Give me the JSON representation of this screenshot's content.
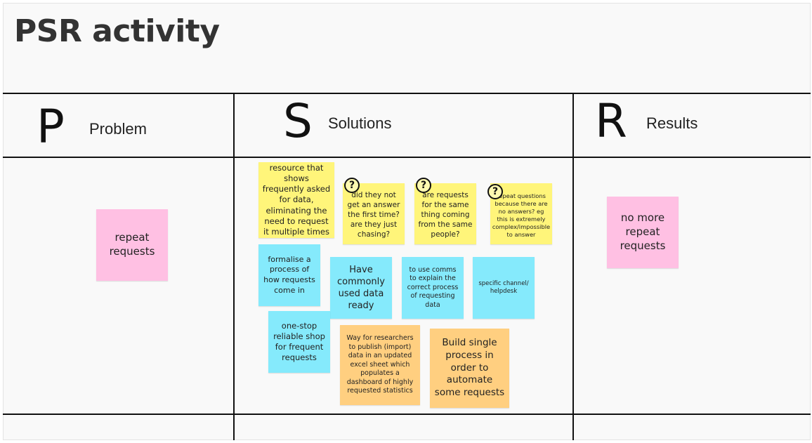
{
  "board": {
    "title": "PSR activity"
  },
  "columns": [
    {
      "letter": "P",
      "name": "Problem"
    },
    {
      "letter": "S",
      "name": "Solutions"
    },
    {
      "letter": "R",
      "name": "Results"
    }
  ],
  "problem_notes": [
    {
      "text": "repeat requests",
      "color": "#ffc0e3"
    }
  ],
  "solution_notes": [
    {
      "text": "resource that shows frequently asked for data, eliminating the need to request it multiple times",
      "color": "#fff57a"
    },
    {
      "text": "did they not get an answer the first time? are they just chasing?",
      "color": "#fff57a",
      "icon": "question-mark-icon"
    },
    {
      "text": "are requests for the same thing coming from the same people?",
      "color": "#fff57a",
      "icon": "question-mark-icon"
    },
    {
      "text": "repeat questions because there are no answers? eg this is extremely complex/impossible to answer",
      "color": "#fff57a",
      "icon": "question-mark-icon"
    },
    {
      "text": "formalise a process of how requests come in",
      "color": "#85eafc"
    },
    {
      "text": "Have commonly used data ready",
      "color": "#85eafc"
    },
    {
      "text": "to use comms to explain the correct process of requesting data",
      "color": "#85eafc"
    },
    {
      "text": "specific channel/ helpdesk",
      "color": "#85eafc"
    },
    {
      "text": "one-stop reliable shop for frequent requests",
      "color": "#85eafc"
    },
    {
      "text": "Way for researchers to publish (import) data in an updated excel sheet which populates a dashboard of highly requested statistics",
      "color": "#ffcf80"
    },
    {
      "text": "Build single process in order to automate some requests",
      "color": "#ffcf80"
    }
  ],
  "result_notes": [
    {
      "text": "no more repeat requests",
      "color": "#ffc0e3"
    }
  ]
}
